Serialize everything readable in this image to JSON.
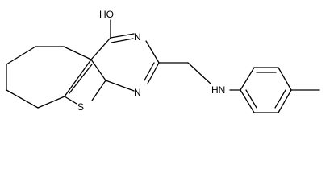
{
  "colors": {
    "bond": "#000000",
    "background": "#ffffff"
  },
  "atoms": {
    "hydroxyl": "HO",
    "ring_nitrogen_top": "N",
    "ring_nitrogen_bottom": "N",
    "sulfur": "S",
    "amine": "HN"
  }
}
